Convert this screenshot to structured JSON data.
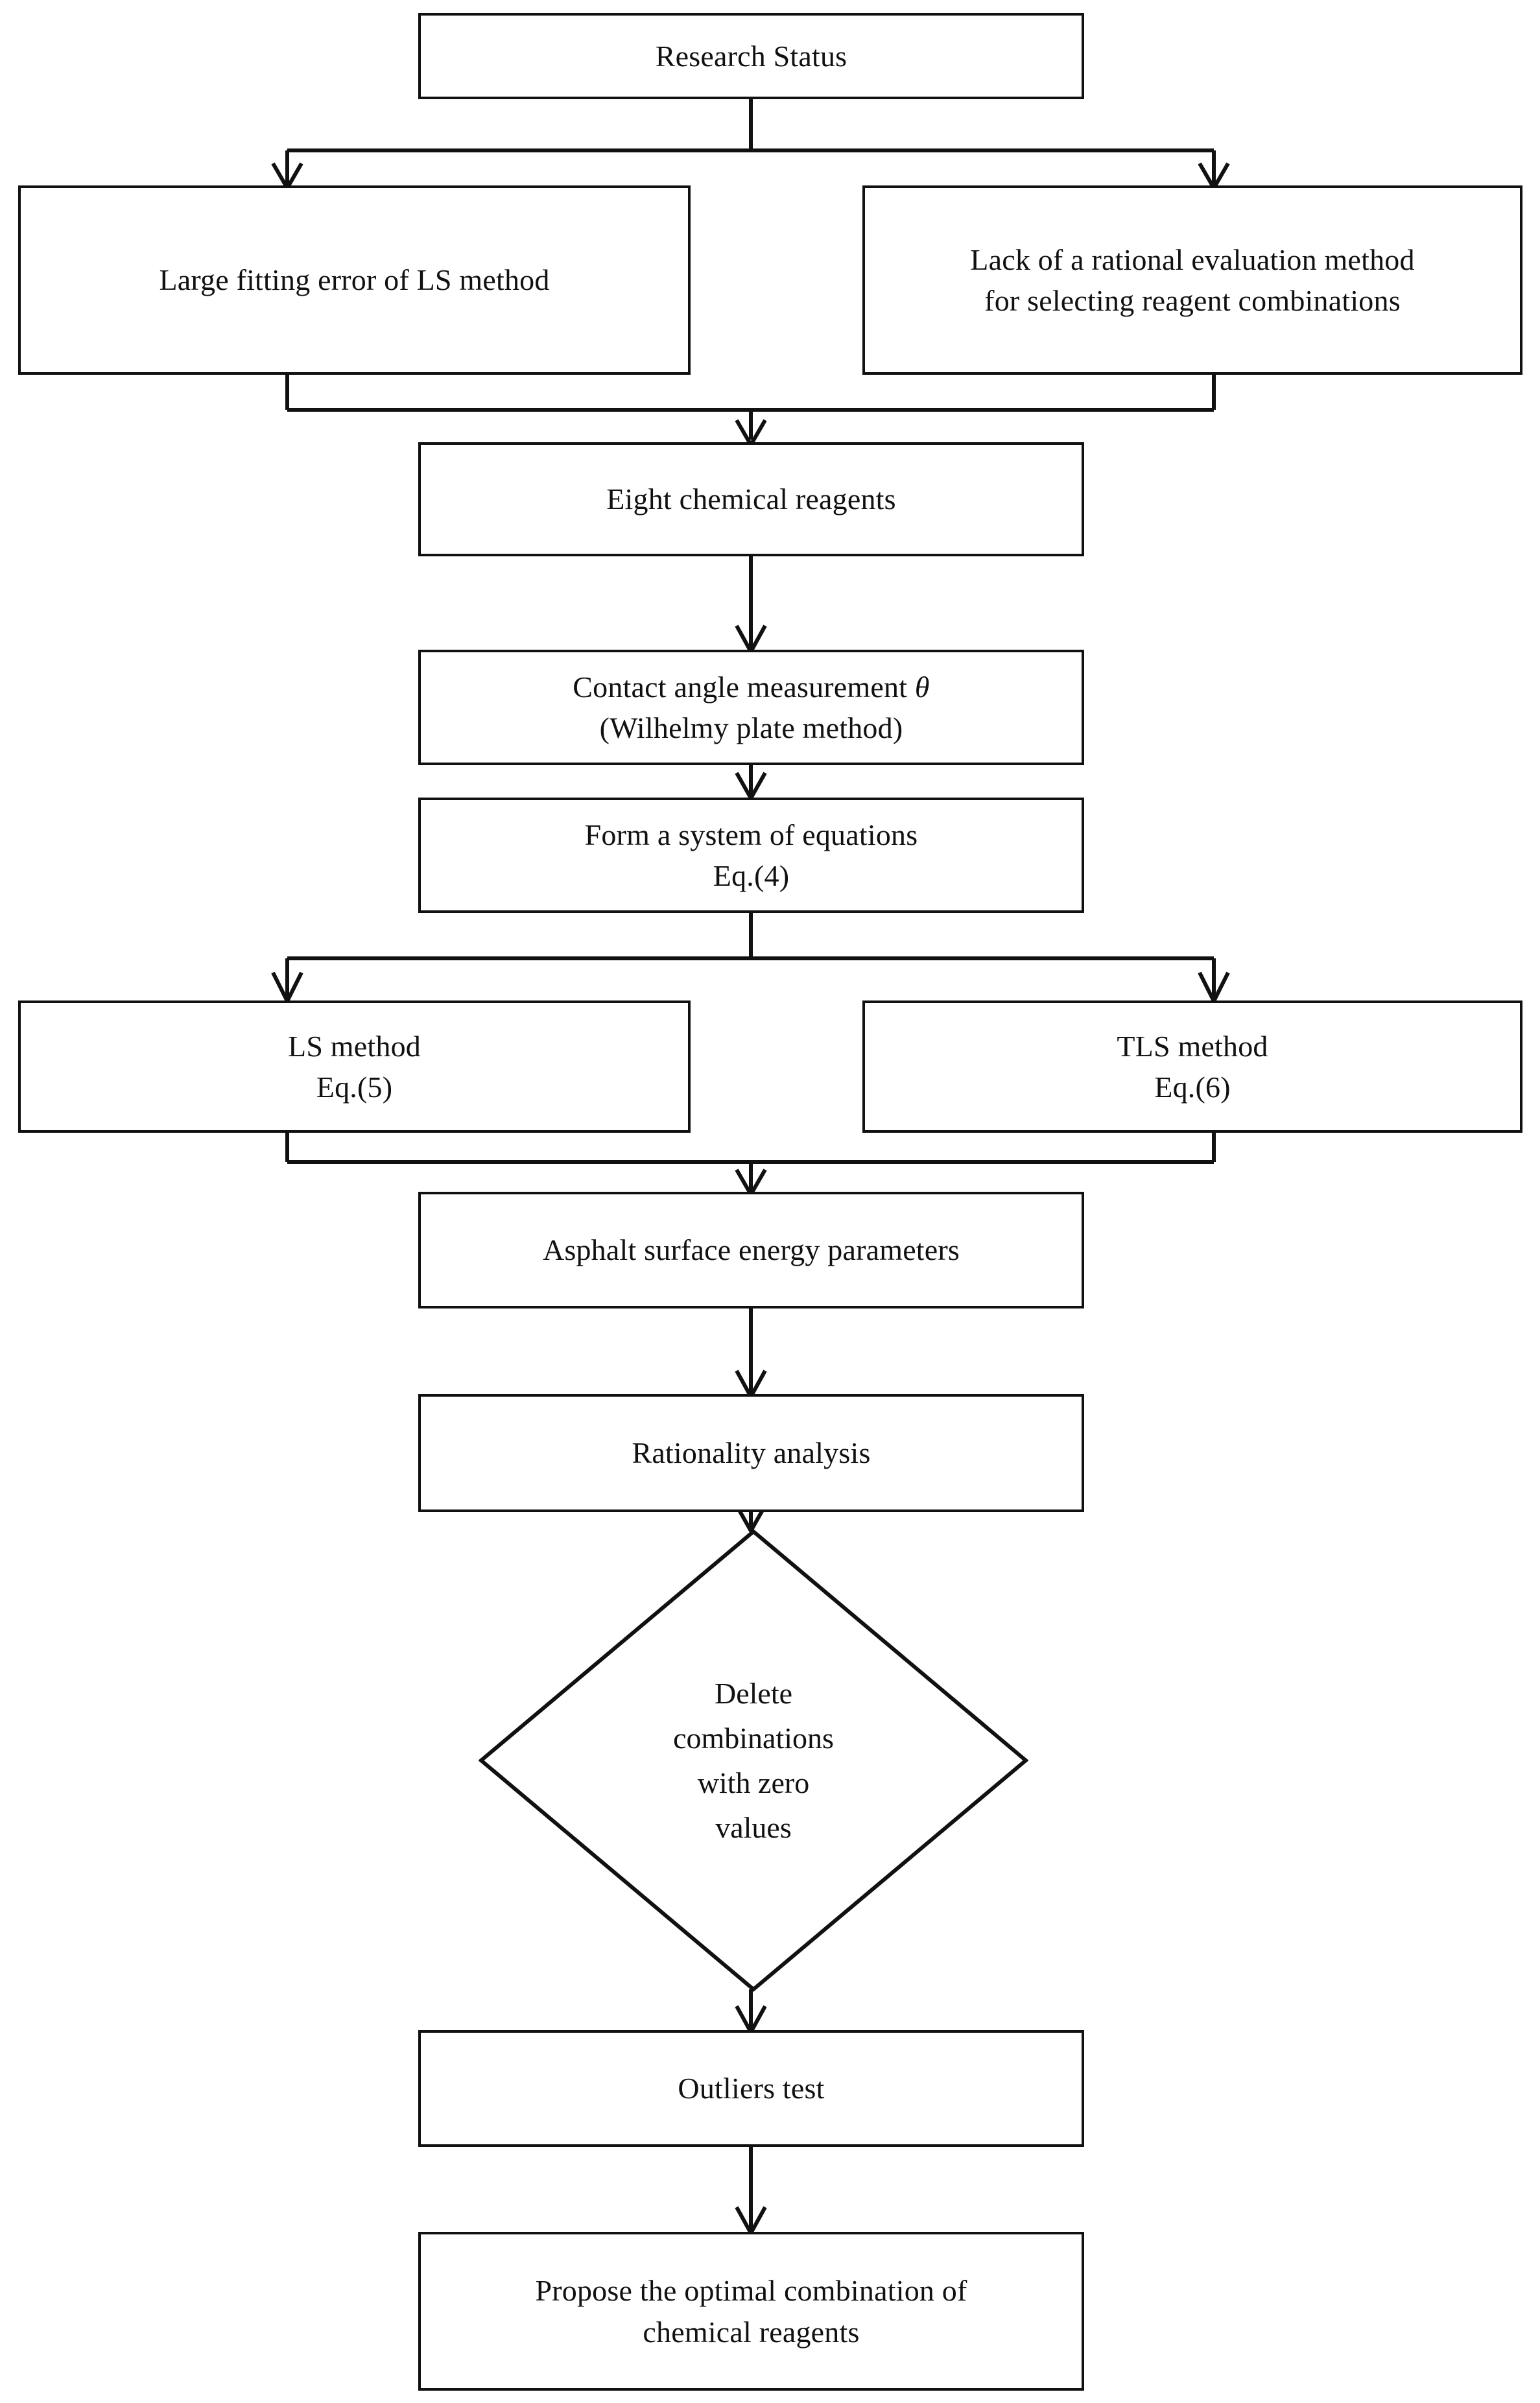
{
  "diagram": {
    "type": "flowchart",
    "title": "Research methodology flowchart",
    "colors": {
      "stroke": "#111111",
      "fill": "#ffffff",
      "text": "#111111"
    },
    "nodes": {
      "research_status": {
        "shape": "rect",
        "lines": [
          "Research Status"
        ]
      },
      "large_fitting_error": {
        "shape": "rect",
        "lines": [
          "Large fitting error of LS method"
        ]
      },
      "lack_rational_method": {
        "shape": "rect",
        "lines": [
          "Lack of a rational evaluation method",
          "for selecting reagent combinations"
        ]
      },
      "eight_reagents": {
        "shape": "rect",
        "lines": [
          "Eight chemical reagents"
        ]
      },
      "contact_angle": {
        "shape": "rect",
        "lines": [
          "Contact angle measurement ",
          "(Wilhelmy plate method)"
        ],
        "symbol": "θ"
      },
      "form_equations": {
        "shape": "rect",
        "lines": [
          "Form a system of equations",
          "Eq.(4)"
        ]
      },
      "ls_method": {
        "shape": "rect",
        "lines": [
          "LS method",
          "Eq.(5)"
        ]
      },
      "tls_method": {
        "shape": "rect",
        "lines": [
          "TLS method",
          "Eq.(6)"
        ]
      },
      "surface_energy": {
        "shape": "rect",
        "lines": [
          "Asphalt surface energy parameters"
        ]
      },
      "rationality_analysis": {
        "shape": "rect",
        "lines": [
          "Rationality analysis"
        ]
      },
      "delete_combinations": {
        "shape": "diamond",
        "lines": [
          "Delete",
          "combinations",
          "with zero",
          "values"
        ]
      },
      "outliers_test": {
        "shape": "rect",
        "lines": [
          "Outliers test"
        ]
      },
      "optimal_combination": {
        "shape": "rect",
        "lines": [
          "Propose the optimal combination of",
          "chemical reagents"
        ]
      }
    },
    "edges": [
      {
        "from": "research_status",
        "to": "large_fitting_error",
        "style": "split-arrow"
      },
      {
        "from": "research_status",
        "to": "lack_rational_method",
        "style": "split-arrow"
      },
      {
        "from": "large_fitting_error",
        "to": "eight_reagents",
        "style": "merge-arrow"
      },
      {
        "from": "lack_rational_method",
        "to": "eight_reagents",
        "style": "merge-arrow"
      },
      {
        "from": "eight_reagents",
        "to": "contact_angle",
        "style": "arrow"
      },
      {
        "from": "contact_angle",
        "to": "form_equations",
        "style": "arrow"
      },
      {
        "from": "form_equations",
        "to": "ls_method",
        "style": "split-arrow"
      },
      {
        "from": "form_equations",
        "to": "tls_method",
        "style": "split-arrow"
      },
      {
        "from": "ls_method",
        "to": "surface_energy",
        "style": "merge-arrow"
      },
      {
        "from": "tls_method",
        "to": "surface_energy",
        "style": "merge-arrow"
      },
      {
        "from": "surface_energy",
        "to": "rationality_analysis",
        "style": "arrow"
      },
      {
        "from": "rationality_analysis",
        "to": "delete_combinations",
        "style": "arrow"
      },
      {
        "from": "delete_combinations",
        "to": "outliers_test",
        "style": "arrow"
      },
      {
        "from": "outliers_test",
        "to": "optimal_combination",
        "style": "arrow"
      }
    ]
  }
}
